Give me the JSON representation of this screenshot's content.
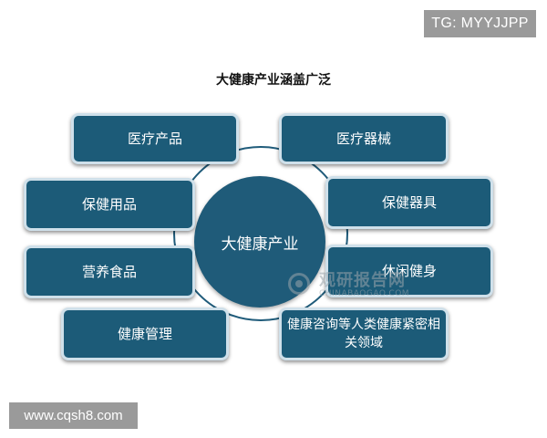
{
  "watermarks": {
    "top_right": "TG: MYYJJPP",
    "bottom_left": "www.cqsh8.com"
  },
  "diagram": {
    "title": "大健康产业涵盖广泛",
    "center": "大健康产业",
    "items": [
      "医疗产品",
      "医疗器械",
      "保健用品",
      "保健器具",
      "营养食品",
      "休闲健身",
      "健康管理",
      "健康咨询等人类健康紧密相关领域"
    ]
  },
  "site_logo": {
    "name": "观研报告网",
    "url": "CHINABAOGAO.COM"
  },
  "colors": {
    "node_fill": "#1c5b78",
    "node_border": "#cfe0ea",
    "ring": "#1f5b7a"
  }
}
